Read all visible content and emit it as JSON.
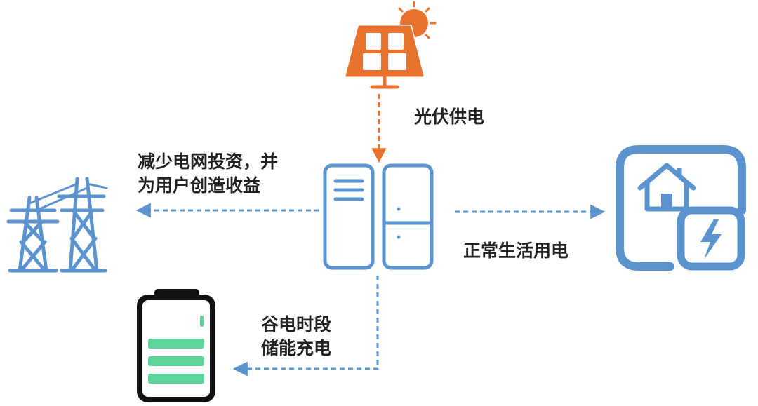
{
  "labels": {
    "solar_supply": "光伏供电",
    "grid_line1": "减少电网投资，并",
    "grid_line2": "为用户创造收益",
    "home_usage": "正常生活用电",
    "charge_line1": "谷电时段",
    "charge_line2": "储能充电"
  },
  "icons": {
    "solar": "solar-panel-with-sun",
    "storage": "energy-storage-cabinet",
    "grid": "transmission-tower",
    "home": "house-with-lightning",
    "battery": "battery"
  },
  "colors": {
    "blue": "#5b93cf",
    "orange": "#e8712e",
    "green": "#5cd49a",
    "dark": "#111111"
  }
}
